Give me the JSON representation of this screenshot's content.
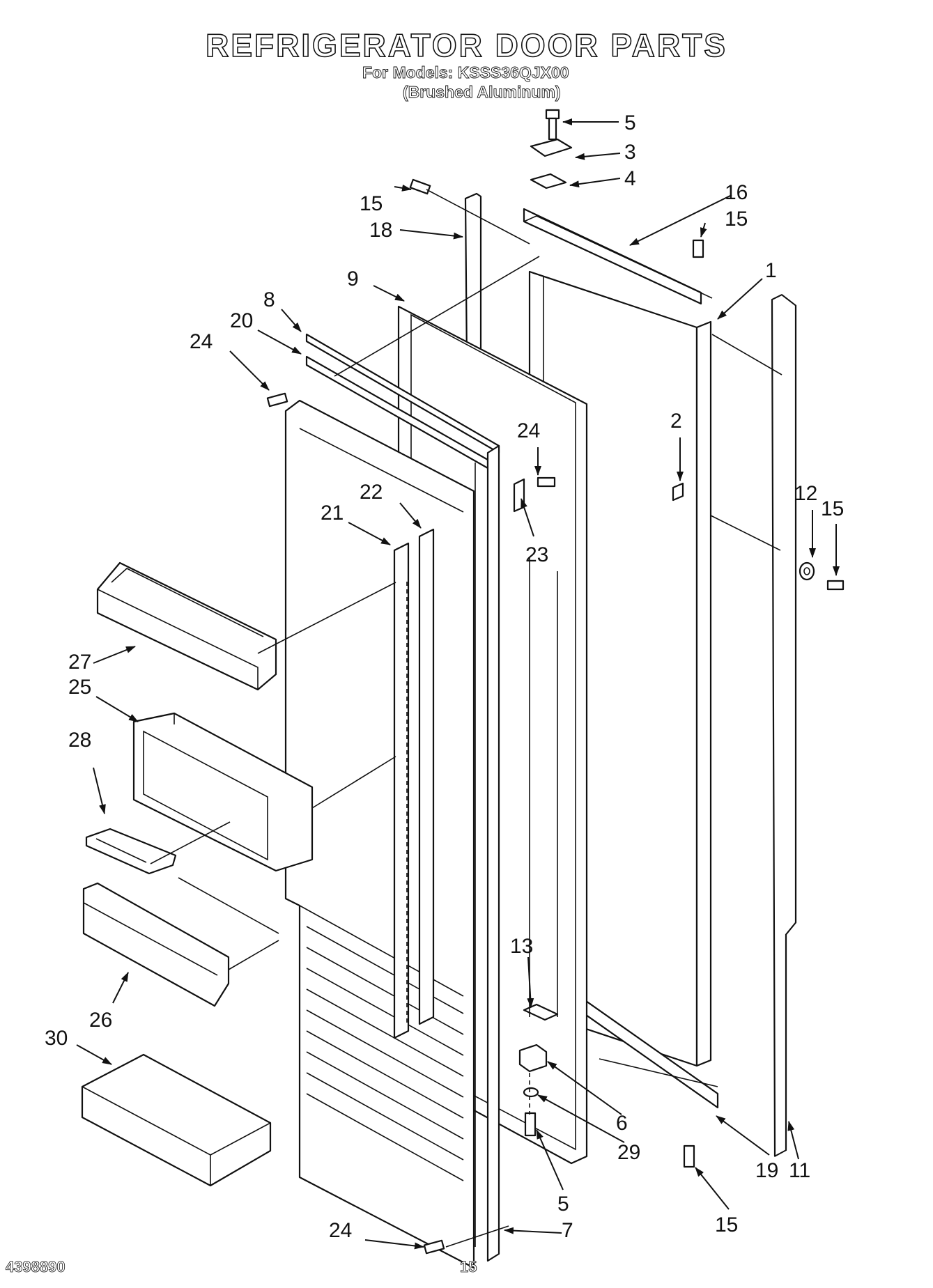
{
  "header": {
    "title": "REFRIGERATOR DOOR PARTS",
    "models_line": "For Models: KSSS36QJX00",
    "finish_line": "(Brushed Aluminum)"
  },
  "footer": {
    "doc_number": "4398890",
    "page_number": "15"
  },
  "callouts": {
    "c5_top": "5",
    "c3": "3",
    "c4": "4",
    "c16": "16",
    "c15_a": "15",
    "c15_b": "15",
    "c18": "18",
    "c1": "1",
    "c9": "9",
    "c8": "8",
    "c20": "20",
    "c24_a": "24",
    "c24_b": "24",
    "c2": "2",
    "c12": "12",
    "c15_c": "15",
    "c22": "22",
    "c21": "21",
    "c23": "23",
    "c27": "27",
    "c25": "25",
    "c28": "28",
    "c13": "13",
    "c26": "26",
    "c30": "30",
    "c6": "6",
    "c29": "29",
    "c5_bot": "5",
    "c19": "19",
    "c11": "11",
    "c24_c": "24",
    "c15_d": "15",
    "c7": "7"
  }
}
